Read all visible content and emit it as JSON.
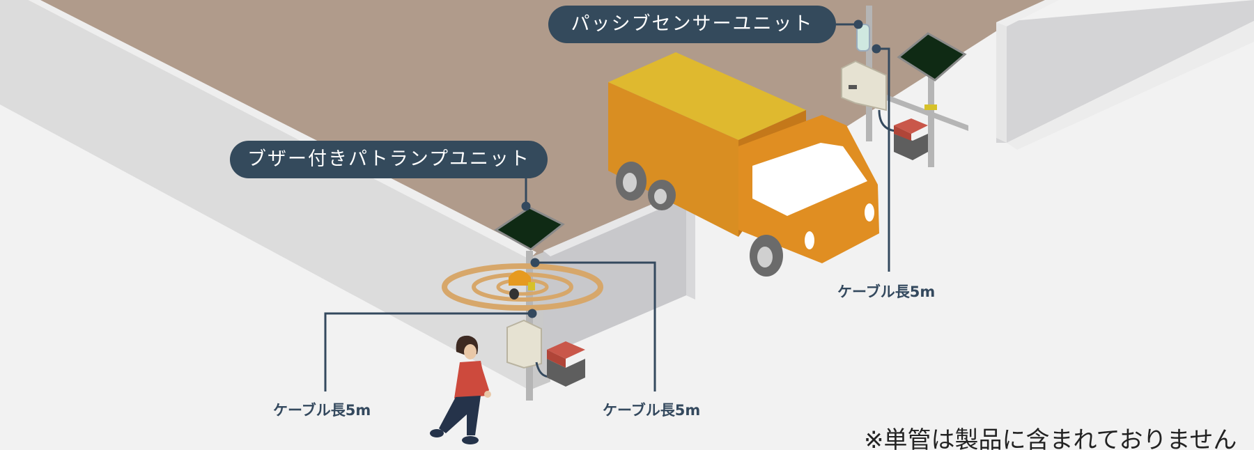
{
  "labels": {
    "patlamp_unit": "ブザー付きパトランプユニット",
    "sensor_unit": "パッシブセンサーユニット",
    "cable_left": "ケーブル長5m",
    "cable_middle": "ケーブル長5m",
    "cable_right": "ケーブル長5m"
  },
  "note": "※単管は製品に含まれておりません",
  "colors": {
    "ground": "#b09b8b",
    "sidewalk": "#f2f2f2",
    "wall_top": "#e9e9e9",
    "wall_face": "#dcdcdc",
    "label_bg": "#344a5c",
    "leader_line": "#34495e",
    "truck_cargo_top": "#dfb92f",
    "truck_cargo_side": "#d98e22",
    "truck_cab": "#e08e22",
    "solar_panel": "#0f2a14",
    "battery_top": "#c9574a",
    "battery_side": "#5e5e5e",
    "buzzer_lamp": "#e69a20",
    "sound_waves": "#d7a76a",
    "person_shirt": "#cd4a3d",
    "person_pants": "#25334a"
  }
}
